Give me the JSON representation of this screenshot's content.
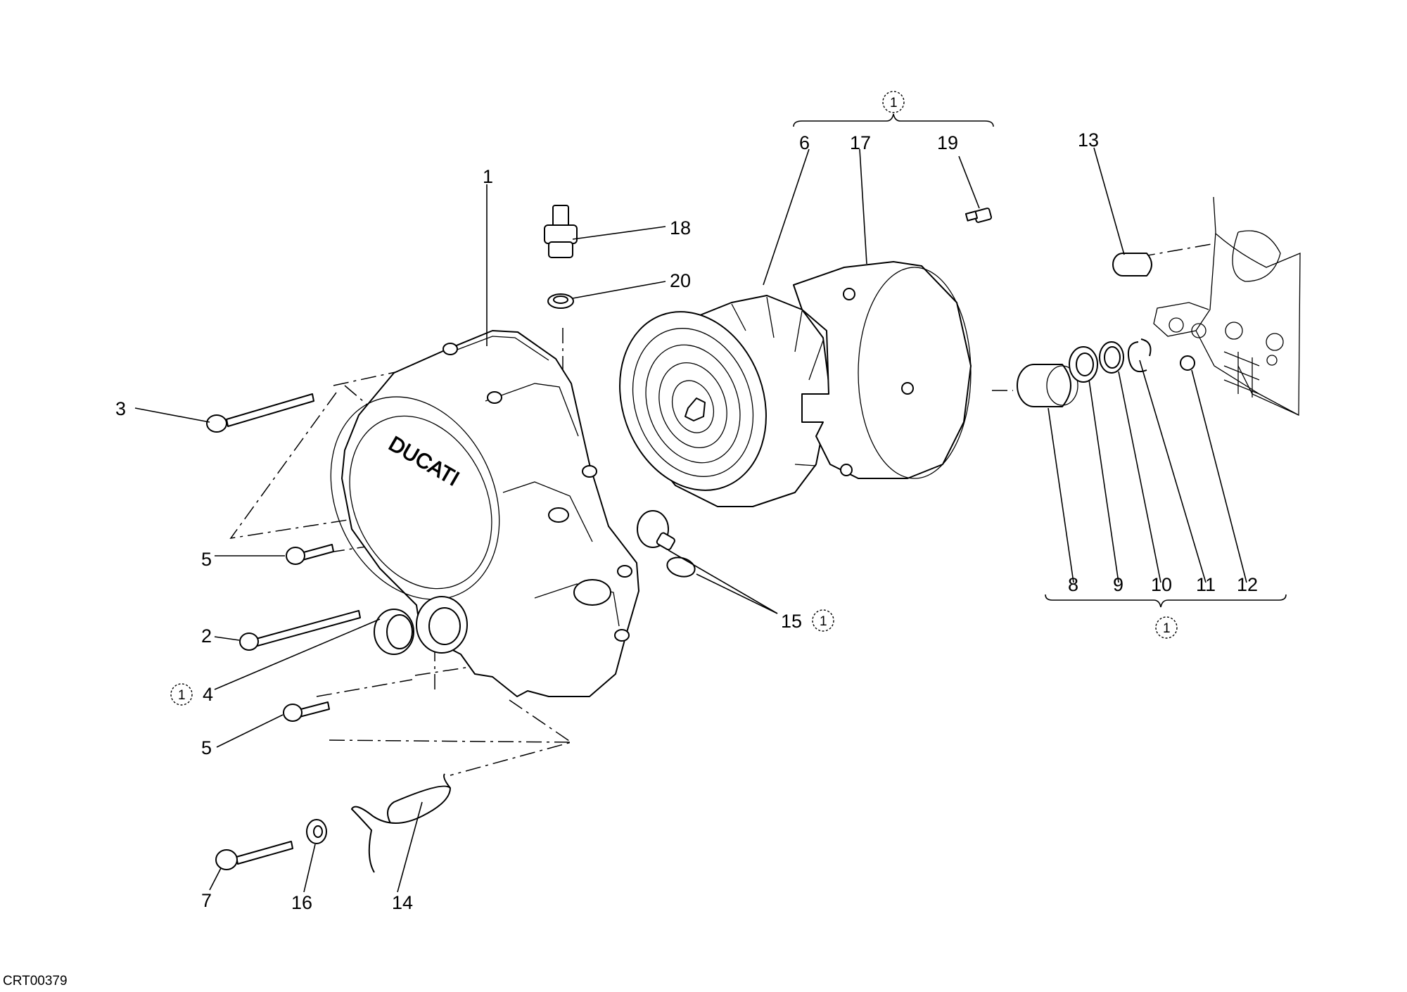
{
  "drawing_code": "CRT00379",
  "part_callouts": {
    "p1": "1",
    "p2": "2",
    "p3": "3",
    "p4": "4",
    "p5a": "5",
    "p5b": "5",
    "p6": "6",
    "p7": "7",
    "p8": "8",
    "p9": "9",
    "p10": "10",
    "p11": "11",
    "p12": "12",
    "p13": "13",
    "p14": "14",
    "p15": "15",
    "p16": "16",
    "p17": "17",
    "p18": "18",
    "p19": "19",
    "p20": "20"
  },
  "reference_marks": {
    "top_group": "1",
    "right_group": "1",
    "item15": "1",
    "item4": "1"
  }
}
